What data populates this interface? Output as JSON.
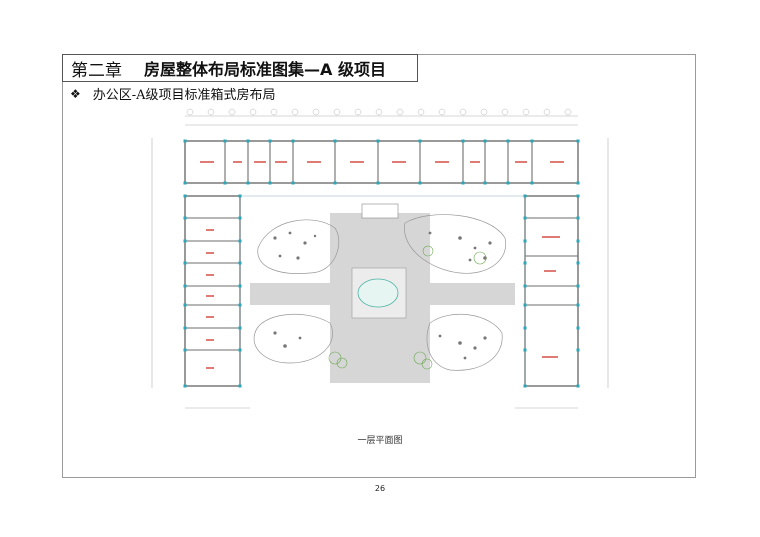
{
  "header": {
    "chapter_number": "第二章",
    "chapter_title": "房屋整体布局标准图集—A 级项目"
  },
  "section": {
    "bullet_icon": "diamond-bullet-icon",
    "title": "办公区-A级项目标准箱式房布局"
  },
  "figure": {
    "caption": "一层平面图"
  },
  "footer": {
    "page_number": "26"
  },
  "colors": {
    "wall": "#6e6e6e",
    "column": "#2aa7b8",
    "room_label": "#d9534f",
    "paving": "#cfcfcf",
    "dimension": "#9a9a9a"
  }
}
